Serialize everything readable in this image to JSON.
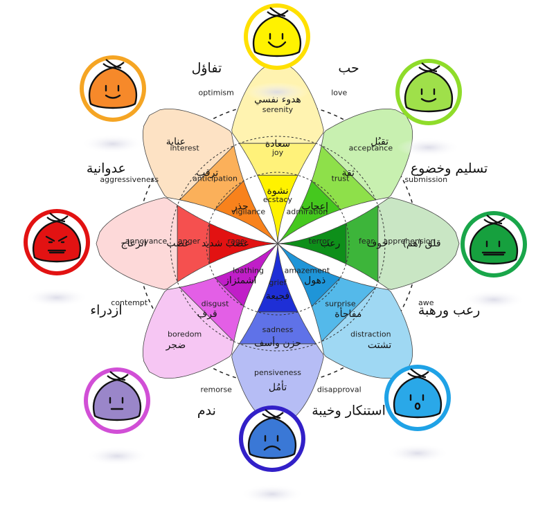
{
  "diagram": {
    "petals": [
      {
        "id": "yellow",
        "colors": [
          "#fff3b0",
          "#fff27a",
          "#fff200"
        ],
        "outer": {
          "en": "serenity",
          "ar": "هدوء نفسي"
        },
        "mid": {
          "en": "joy",
          "ar": "سعادة"
        },
        "inner": {
          "en": "ecstacy",
          "ar": "نشوة"
        }
      },
      {
        "id": "lightgreen",
        "colors": [
          "#c8f0b0",
          "#8ee04a",
          "#45c81e"
        ],
        "outer": {
          "en": "acceptance",
          "ar": "تقبُل"
        },
        "mid": {
          "en": "trust",
          "ar": "ثقة"
        },
        "inner": {
          "en": "admiration",
          "ar": "إعجاب"
        }
      },
      {
        "id": "green",
        "colors": [
          "#c9e6c4",
          "#3db53a",
          "#0e8f1a"
        ],
        "outer": {
          "en": "apprehension",
          "ar": "قلق (هم)"
        },
        "mid": {
          "en": "fear",
          "ar": "خوف"
        },
        "inner": {
          "en": "terror",
          "ar": "رعب"
        }
      },
      {
        "id": "cyan",
        "colors": [
          "#9fd8f3",
          "#54b9ea",
          "#1f95d8"
        ],
        "outer": {
          "en": "distraction",
          "ar": "تشتت"
        },
        "mid": {
          "en": "surprise",
          "ar": "مفاجأة"
        },
        "inner": {
          "en": "amazement",
          "ar": "ذهول"
        }
      },
      {
        "id": "blue",
        "colors": [
          "#b6bdf5",
          "#5f72e8",
          "#1e2fd6"
        ],
        "outer": {
          "en": "pensiveness",
          "ar": "تأمُل"
        },
        "mid": {
          "en": "sadness",
          "ar": "حزن وأسف"
        },
        "inner": {
          "en": "grief",
          "ar": "فجيعة"
        }
      },
      {
        "id": "purple",
        "colors": [
          "#f6c6f3",
          "#e35fe6",
          "#c01ec8"
        ],
        "outer": {
          "en": "boredom",
          "ar": "ضجر"
        },
        "mid": {
          "en": "disgust",
          "ar": "قرف"
        },
        "inner": {
          "en": "loathing",
          "ar": "اشمئزاز"
        }
      },
      {
        "id": "red",
        "colors": [
          "#fdd9d9",
          "#f5504f",
          "#e21212"
        ],
        "outer": {
          "en": "annoyance",
          "ar": "انزعاج"
        },
        "mid": {
          "en": "anger",
          "ar": "غضب"
        },
        "inner": {
          "en": "rage",
          "ar": "غضب شديد"
        }
      },
      {
        "id": "orange",
        "colors": [
          "#fde2c4",
          "#fbb05a",
          "#f8821c"
        ],
        "outer": {
          "en": "interest",
          "ar": "عناية"
        },
        "mid": {
          "en": "anticipation",
          "ar": "ترقب"
        },
        "inner": {
          "en": "vigilance",
          "ar": "حذر"
        }
      }
    ],
    "dyads": [
      {
        "en": "optimism",
        "ar": "تفاؤل"
      },
      {
        "en": "love",
        "ar": "حب"
      },
      {
        "en": "submission",
        "ar": "تسليم وخضوع"
      },
      {
        "en": "awe",
        "ar": "رعب ورهبة"
      },
      {
        "en": "disapproval",
        "ar": "استنكار وخيبة"
      },
      {
        "en": "remorse",
        "ar": "ندم"
      },
      {
        "en": "contempt",
        "ar": "ازدراء"
      },
      {
        "en": "aggressiveness",
        "ar": "عدوانية"
      }
    ],
    "faces": [
      {
        "id": "face-joy",
        "ring": "#ffe000",
        "fill": "#fff200",
        "mood": "happy"
      },
      {
        "id": "face-love",
        "ring": "#8fdc2a",
        "fill": "#9fe04a",
        "mood": "smile"
      },
      {
        "id": "face-fear",
        "ring": "#19a64a",
        "fill": "#16a03e",
        "mood": "fear"
      },
      {
        "id": "face-awe",
        "ring": "#1fa2e6",
        "fill": "#2aa8e8",
        "mood": "surprised"
      },
      {
        "id": "face-sadness",
        "ring": "#3220c8",
        "fill": "#3a78d6",
        "mood": "sad"
      },
      {
        "id": "face-disgust",
        "ring": "#d14fd6",
        "fill": "#9a86c9",
        "mood": "flat"
      },
      {
        "id": "face-anger",
        "ring": "#e21212",
        "fill": "#e21212",
        "mood": "angry"
      },
      {
        "id": "face-optimism",
        "ring": "#f5a524",
        "fill": "#f6892a",
        "mood": "smile"
      }
    ]
  }
}
